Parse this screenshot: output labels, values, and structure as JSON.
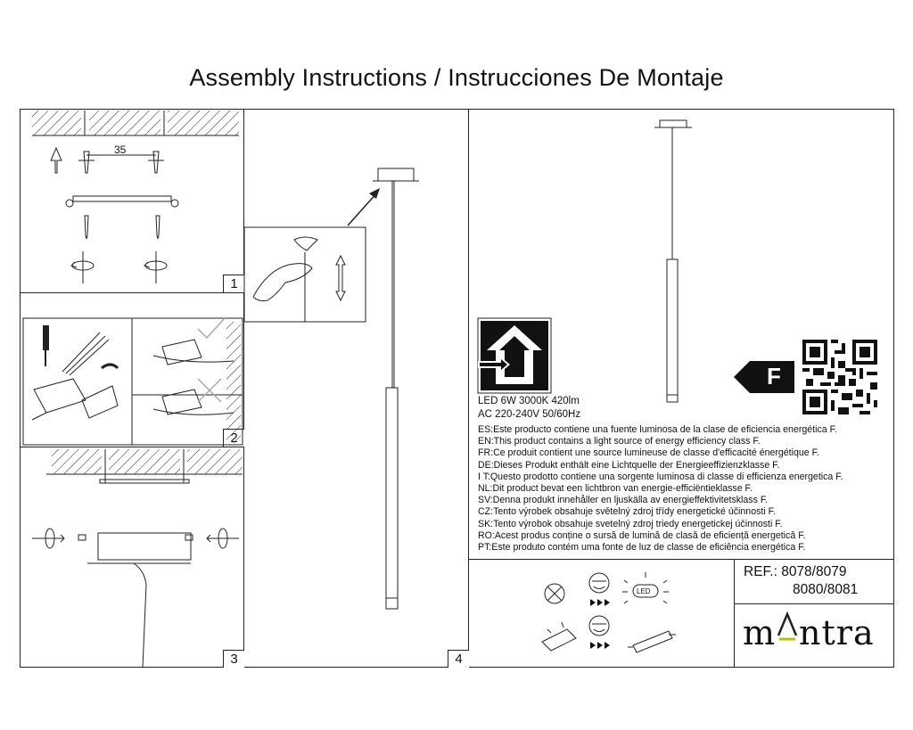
{
  "header": {
    "title": "Assembly Instructions / Instrucciones De Montaje"
  },
  "steps": {
    "s1": "1",
    "s2": "2",
    "s3": "3",
    "s4": "4"
  },
  "step1": {
    "dimension": "35"
  },
  "energy": {
    "class": "F",
    "spec_line1": "LED  6W  3000K  420lm",
    "spec_line2": "AC 220-240V  50/60Hz",
    "statements": [
      "ES:Este producto contiene una fuente luminosa de la clase de eficiencia energética F.",
      "EN:This product contains a light source of energy efficiency class F.",
      "FR:Ce produit contient une source lumineuse de classe d'efficacité énergétique F.",
      "DE:Dieses Produkt enthält eine Lichtquelle der Energieeffizienzklasse F.",
      "I T:Questo prodotto contiene una sorgente luminosa di classe di efficienza energetica F.",
      "NL:Dit product bevat een lichtbron van energie-efficiëntieklasse F.",
      "SV:Denna produkt innehåller en ljuskälla av energieffektivitetsklass F.",
      "CZ:Tento výrobek obsahuje světelný zdroj třídy energetické účinnosti F.",
      "SK:Tento výrobok obsahuje svetelný zdroj triedy energetickej účinnosti F.",
      "RO:Acest produs conține o sursă de lumină de clasă de eficiență energetică F.",
      "PT:Este produto contém uma fonte de luz de classe de eficiência energética F."
    ]
  },
  "icons": {
    "led_label": "LED"
  },
  "reference": {
    "line1": "REF.: 8078/8079",
    "line2": "8080/8081"
  },
  "brand": {
    "name_left": "m",
    "name_right": "ntra"
  }
}
